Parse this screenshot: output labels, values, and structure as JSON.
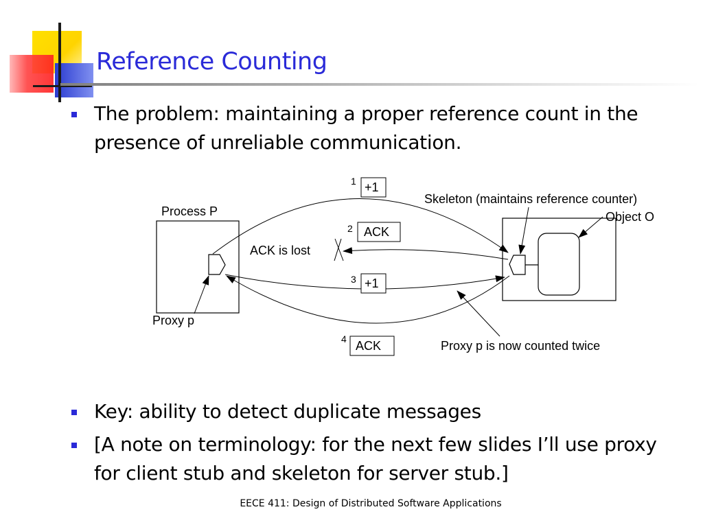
{
  "slide": {
    "title": "Reference Counting",
    "bullets": [
      "The problem: maintaining a proper reference count in the presence of unreliable communication.",
      "Key: ability to detect duplicate messages",
      "[A note on terminology:  for the next few slides I’ll use proxy for client stub and skeleton for server stub.]"
    ],
    "footer": "EECE 411: Design of Distributed Software Applications"
  },
  "diagram": {
    "process_label": "Process P",
    "proxy_label": "Proxy p",
    "skeleton_label": "Skeleton (maintains reference counter)",
    "object_label": "Object O",
    "ack_lost_label": "ACK is lost",
    "counted_twice_label": "Proxy p is now counted twice",
    "messages": [
      {
        "step": "1",
        "text": "+1"
      },
      {
        "step": "2",
        "text": "ACK"
      },
      {
        "step": "3",
        "text": "+1"
      },
      {
        "step": "4",
        "text": "ACK"
      }
    ]
  },
  "colors": {
    "title": "#2a2ad8",
    "bullet": "#2a2ad8",
    "logo_yellow": "#ffd400",
    "logo_red": "#ff2020",
    "logo_blue": "#2a3bd0"
  }
}
